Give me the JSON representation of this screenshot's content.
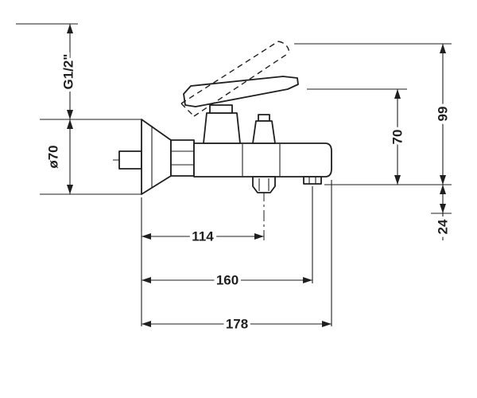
{
  "drawing": {
    "kind": "technical-dimension-drawing",
    "subject": "wall-mounted single-lever bath mixer, side view",
    "labels": {
      "thread": "G1/2\"",
      "flange_diameter": "ø70",
      "dist_wall_to_handshower_outlet": "114",
      "dist_wall_to_spout_outlet": "160",
      "dist_wall_to_spout_tip": "178",
      "height_outlet_to_lever": "70",
      "height_outlet_to_lever_raised": "99",
      "offset_below_spout_outlet": "24"
    },
    "colors": {
      "line": "#1f1f1f",
      "background": "#ffffff"
    }
  }
}
